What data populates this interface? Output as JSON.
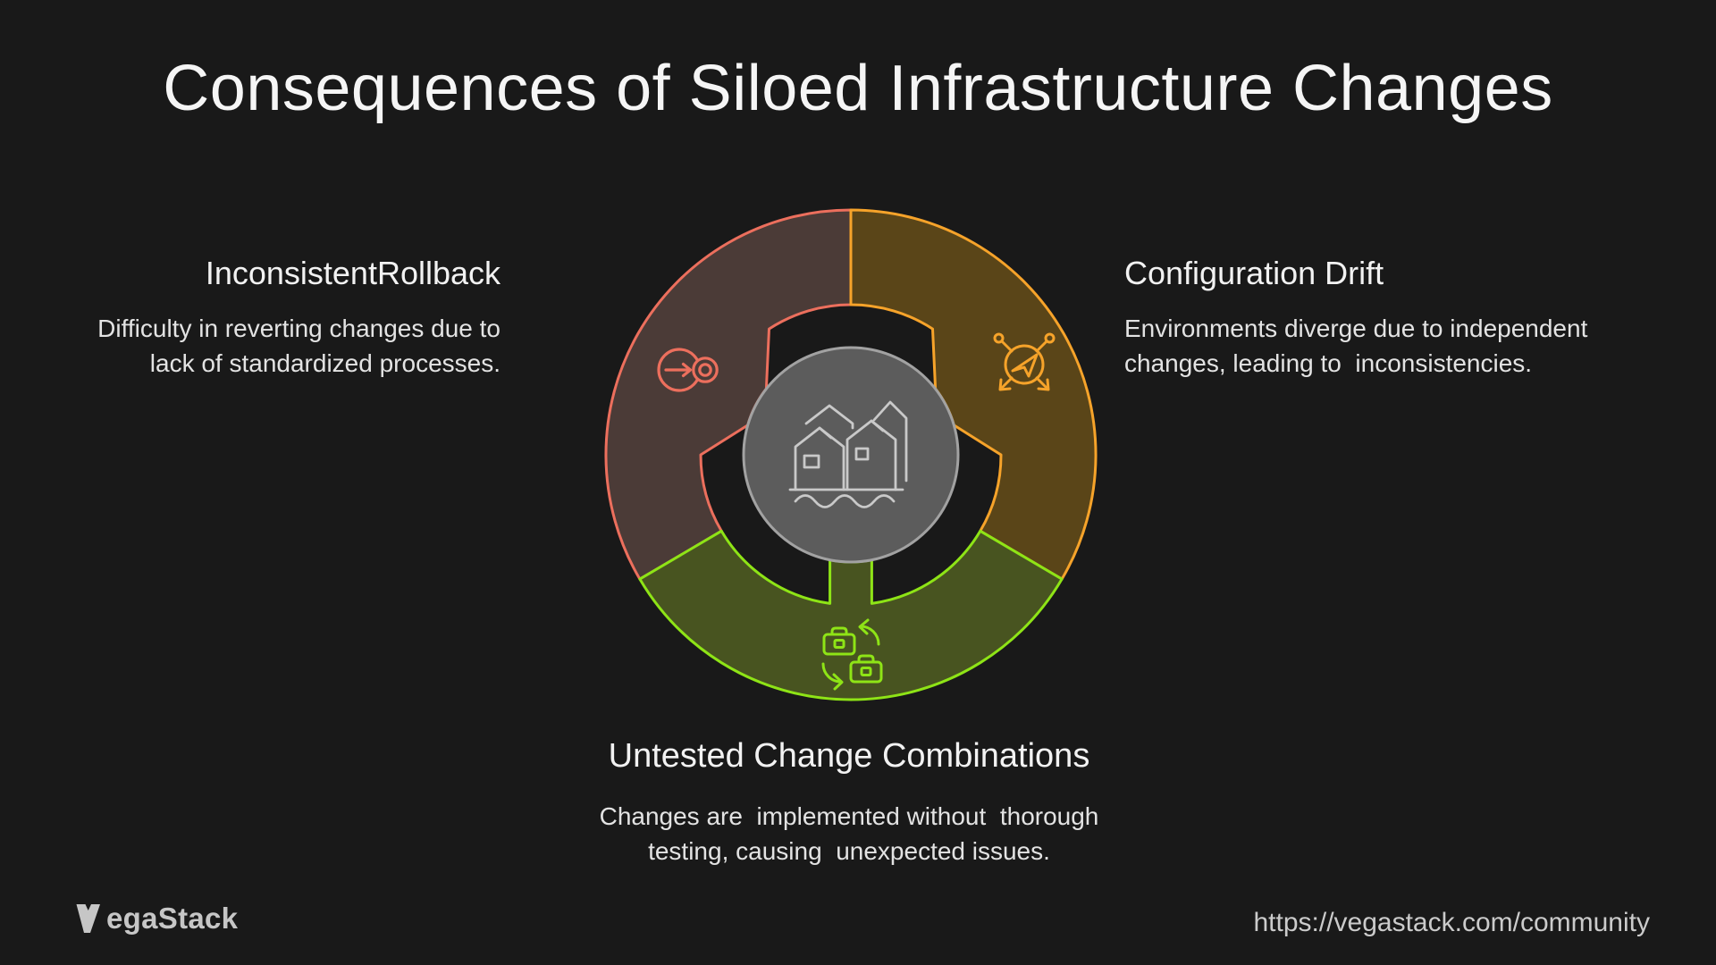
{
  "page": {
    "title": "Consequences of Siloed Infrastructure Changes",
    "background": "#191919"
  },
  "sections": {
    "rollback": {
      "heading": "InconsistentRollback",
      "body_line1": "Difficulty in reverting changes due to",
      "body_line2": "lack of standardized processes.",
      "accent": "#EC6F5D",
      "fill": "#4B3B37",
      "icon": "arrow-to-target-icon"
    },
    "drift": {
      "heading": "Configuration Drift",
      "body_line1": "Environments diverge due to independent",
      "body_line2": "changes, leading to  inconsistencies.",
      "accent": "#F6A32A",
      "fill": "#5A4518",
      "icon": "spread-navigation-icon"
    },
    "untested": {
      "heading": "Untested Change Combinations",
      "body_line1": "Changes are  implemented without  thorough",
      "body_line2": "testing, causing  unexpected issues.",
      "accent": "#8EE416",
      "fill": "#485420",
      "icon": "briefcase-exchange-icon"
    }
  },
  "hub": {
    "fill": "#5C5C5C",
    "stroke": "#A2A2A2",
    "icon_color": "#C9C9C9",
    "icon": "buildings-on-water-icon"
  },
  "footer": {
    "brand": "VegaStack",
    "brand_text_after_bolt": "egaStack",
    "bolt_color": "#C6C6C6",
    "url": "https://vegastack.com/community"
  }
}
